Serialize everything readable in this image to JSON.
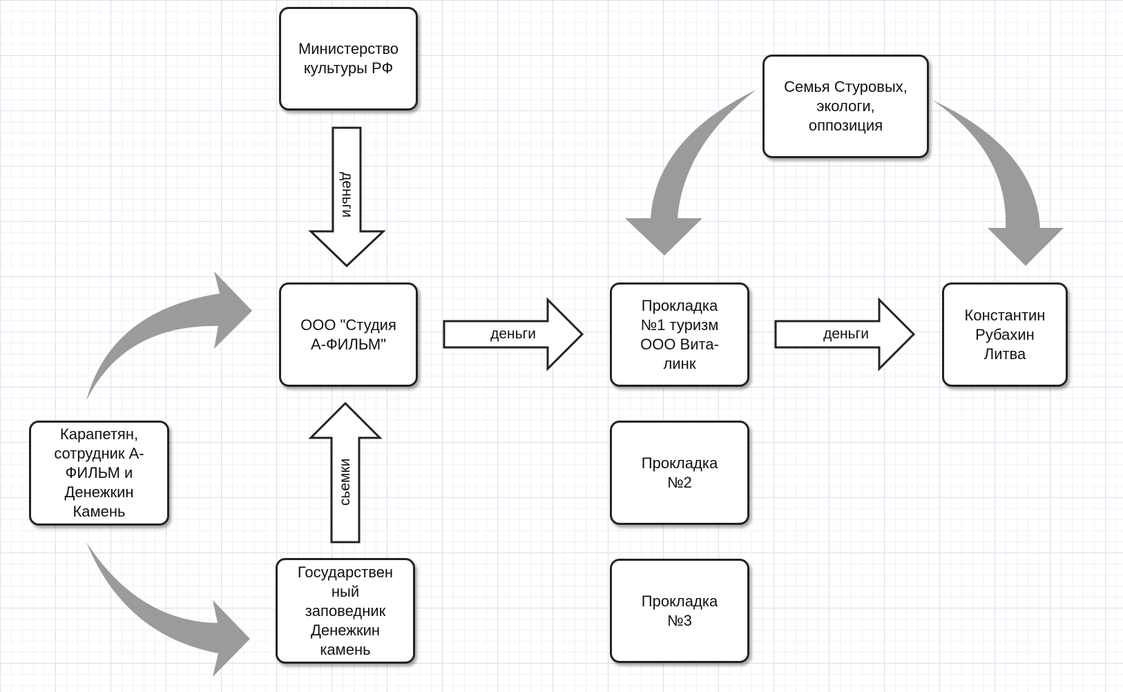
{
  "nodes": {
    "ministry": "Министерство\nкультуры РФ",
    "studio": "ООО \"Студия\nА-ФИЛЬМ\"",
    "reserve": "Государствен\nный\nзаповедник\nДенежкин\nкамень",
    "karapetyan": "Карапетян,\nсотрудник А-\nФИЛЬМ и\nДенежкин\nКамень",
    "layer1": "Прокладка\n№1 туризм\nООО Вита-\nлинк",
    "layer2": "Прокладка\n№2",
    "layer3": "Прокладка\n№3",
    "family": "Семья Стуровых,\nэкологи,\nоппозиция",
    "konstantin": "Константин\nРубахин\nЛитва"
  },
  "edges": {
    "ministry_to_studio": "деньги",
    "reserve_to_studio": "сьемки",
    "studio_to_layer1": "деньги",
    "layer1_to_konstantin": "деньги"
  },
  "colors": {
    "box_border": "#222222",
    "hollow_arrow_fill": "#ffffff",
    "curved_arrow_fill": "#9b9b9b",
    "grid_major": "#dcdcf0",
    "grid_minor": "#f0f0f8"
  }
}
